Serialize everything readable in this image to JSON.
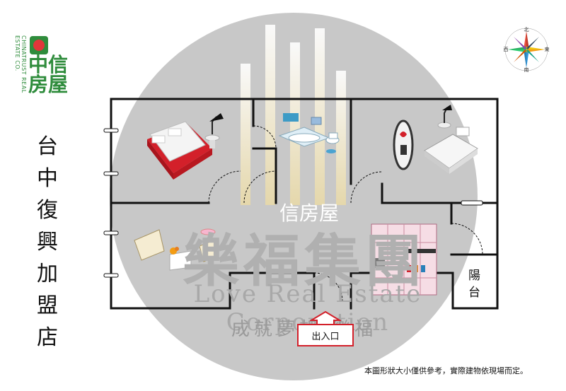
{
  "logo": {
    "zh": "中信房屋",
    "en": "CHINATRUST REAL ESTATE CO.",
    "brand_green": "#2f8c3c",
    "brand_red": "#e0363a"
  },
  "store_name": [
    "台",
    "中",
    "復",
    "興",
    "加",
    "盟",
    "店"
  ],
  "watermark": {
    "brand": "信房屋",
    "title": "樂福集團",
    "english": "Love Real Estate Corporation",
    "slogan": "成就夢想 樂福"
  },
  "rooms": {
    "balcony": [
      "陽",
      "台"
    ]
  },
  "entrance": {
    "label": "出入口",
    "color": "#d3202a"
  },
  "compass": {
    "n": "北",
    "s": "南",
    "e": "東",
    "w": "西"
  },
  "note": "本圖形狀大小僅供參考，實際建物依現場而定。",
  "icons": [
    "double-bed-icon",
    "bathroom-fixtures-icon",
    "single-bed-icon",
    "sofa-set-icon",
    "kitchen-icon",
    "compass-rose-icon",
    "shoe-mirror-icon"
  ]
}
